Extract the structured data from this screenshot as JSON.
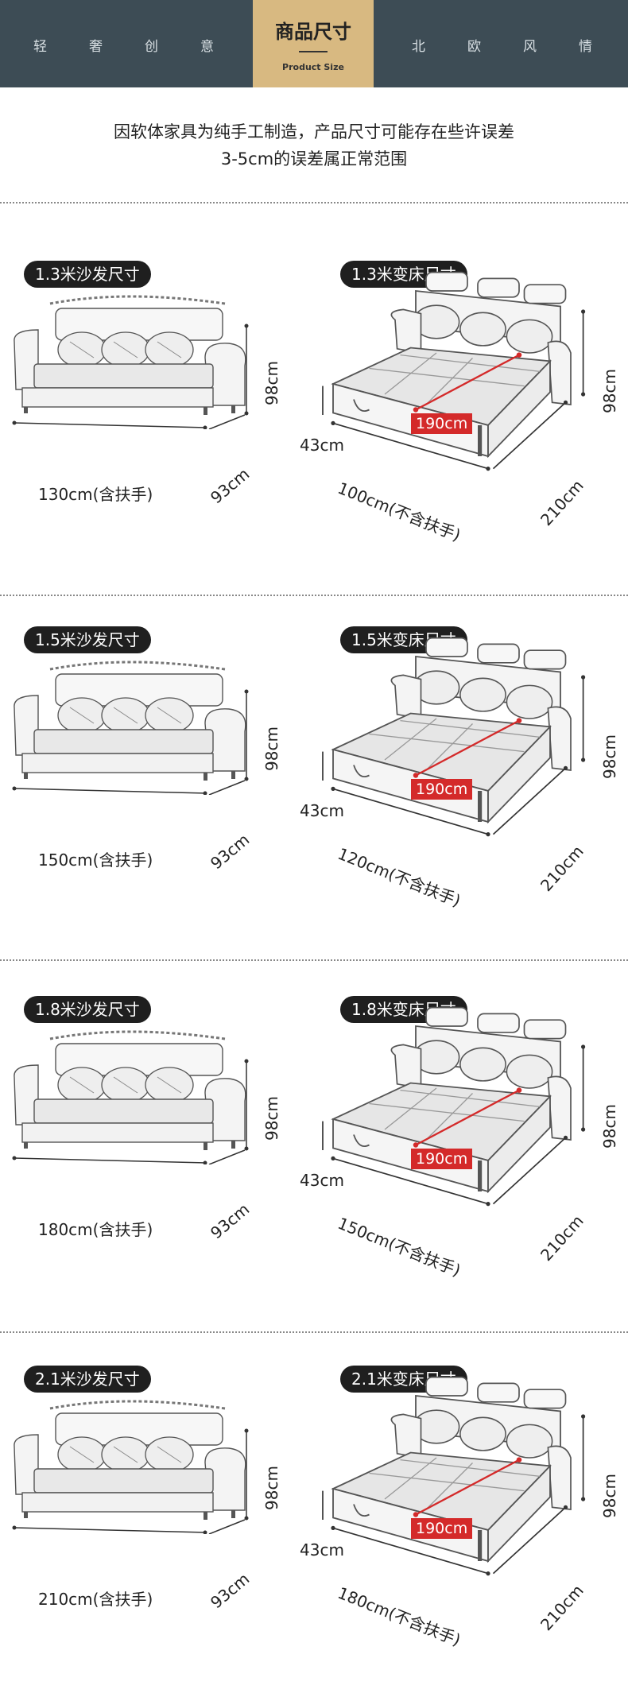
{
  "header": {
    "left_chars": [
      "轻",
      "奢",
      "创",
      "意"
    ],
    "right_chars": [
      "北",
      "欧",
      "风",
      "情"
    ],
    "title": "商品尺寸",
    "subtitle": "Product Size",
    "bg_color": "#3d4c55",
    "accent_color": "#d8b981"
  },
  "intro": {
    "line1": "因软体家具为纯手工制造，产品尺寸可能存在些许误差",
    "line2": "3-5cm的误差属正常范围"
  },
  "sections": [
    {
      "sofa_label": "1.3米沙发尺寸",
      "bed_label": "1.3米变床尺寸",
      "sofa_width": "130cm(含扶手)",
      "sofa_depth": "93cm",
      "sofa_height": "98cm",
      "bed_height": "43cm",
      "bed_width": "100cm(不含扶手)",
      "bed_length": "210cm",
      "bed_back": "98cm",
      "bed_inner": "190cm"
    },
    {
      "sofa_label": "1.5米沙发尺寸",
      "bed_label": "1.5米变床尺寸",
      "sofa_width": "150cm(含扶手)",
      "sofa_depth": "93cm",
      "sofa_height": "98cm",
      "bed_height": "43cm",
      "bed_width": "120cm(不含扶手)",
      "bed_length": "210cm",
      "bed_back": "98cm",
      "bed_inner": "190cm"
    },
    {
      "sofa_label": "1.8米沙发尺寸",
      "bed_label": "1.8米变床尺寸",
      "sofa_width": "180cm(含扶手)",
      "sofa_depth": "93cm",
      "sofa_height": "98cm",
      "bed_height": "43cm",
      "bed_width": "150cm(不含扶手)",
      "bed_length": "210cm",
      "bed_back": "98cm",
      "bed_inner": "190cm"
    },
    {
      "sofa_label": "2.1米沙发尺寸",
      "bed_label": "2.1米变床尺寸",
      "sofa_width": "210cm(含扶手)",
      "sofa_depth": "93cm",
      "sofa_height": "98cm",
      "bed_height": "43cm",
      "bed_width": "180cm(不含扶手)",
      "bed_length": "210cm",
      "bed_back": "98cm",
      "bed_inner": "190cm"
    }
  ]
}
